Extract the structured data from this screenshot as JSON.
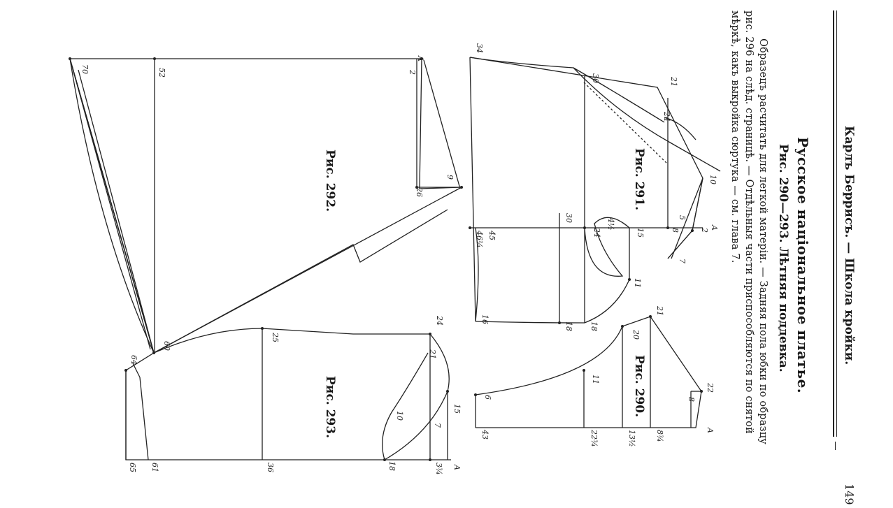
{
  "header": {
    "running_title": "Карлъ Беррисъ. — Школа кройки.",
    "page_number": "149"
  },
  "section": {
    "title": "Русское національное платье.",
    "subtitle": "Рис. 290—293. Лѣтняя поддевка.",
    "paragraph_line1": "Образецъ расчитать для легкой матеріи. — Задняя пола юбки по образцу",
    "paragraph_line2": "рис. 296 на слѣд. страницѣ. — Отдѣльныя части приспособляются по снятой",
    "paragraph_line3": "мѣркѣ, какъ выкройка сюртука — см. глава 7."
  },
  "figures": {
    "fig290": {
      "label": "Рис. 290.",
      "points": [
        "A",
        "8",
        "22",
        "21",
        "20",
        "11",
        "6",
        "8¾",
        "13½",
        "22¾",
        "43"
      ]
    },
    "fig291": {
      "label": "Рис. 291.",
      "points": [
        "A",
        "2",
        "5",
        "8",
        "10",
        "7",
        "15",
        "11",
        "24",
        "18",
        "16",
        "46¼",
        "45",
        "30",
        "4½",
        "21",
        "30",
        "24½"
      ]
    },
    "fig292": {
      "label": "Рис. 292.",
      "points": [
        "A",
        "2",
        "9",
        "26",
        "52",
        "70",
        "60"
      ]
    },
    "fig293": {
      "label": "Рис. 293.",
      "points": [
        "A",
        "3¾",
        "7",
        "15",
        "24",
        "21",
        "10",
        "18",
        "25",
        "36",
        "64",
        "61",
        "65"
      ]
    }
  }
}
